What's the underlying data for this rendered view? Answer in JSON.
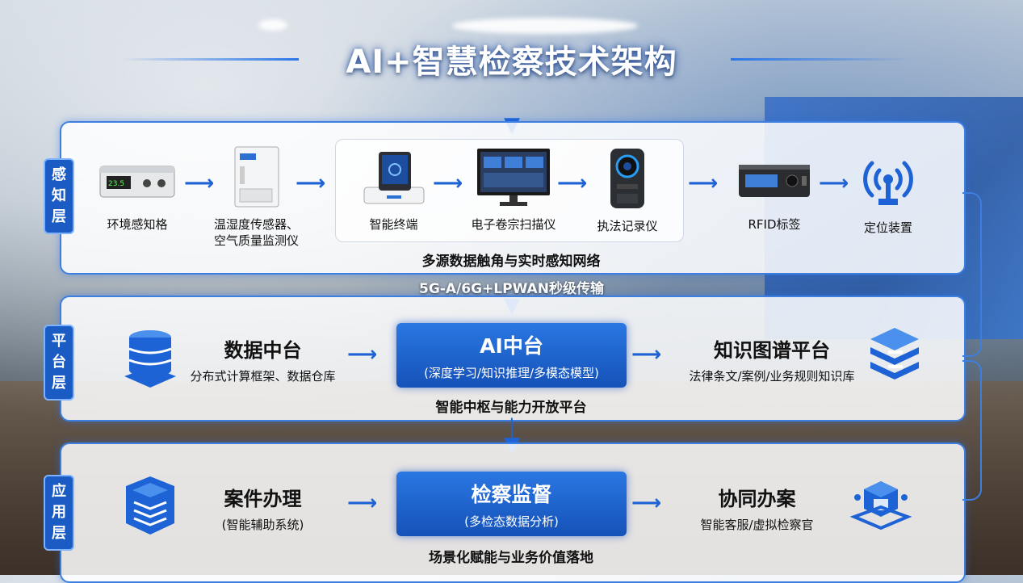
{
  "title": "AI+智慧检察技术架构",
  "sensing_layer": {
    "tag": [
      "感",
      "知",
      "层"
    ],
    "devices": [
      {
        "label": "环境感知格",
        "icon": "environment-sensor-icon"
      },
      {
        "label": "温湿度传感器、",
        "label2": "空气质量监测仪",
        "icon": "humidity-sensor-icon"
      },
      {
        "label": "智能终端",
        "icon": "smart-terminal-icon"
      },
      {
        "label": "电子卷宗扫描仪",
        "icon": "document-scanner-icon"
      },
      {
        "label": "执法记录仪",
        "icon": "body-camera-icon"
      },
      {
        "label": "RFID标签",
        "icon": "rfid-reader-icon"
      },
      {
        "label": "定位装置",
        "icon": "location-antenna-icon"
      }
    ],
    "caption": "多源数据触角与实时感知网络"
  },
  "transmission": "5G-A/6G+LPWAN秒级传输",
  "platform_layer": {
    "tag": [
      "平",
      "台",
      "层"
    ],
    "left": {
      "title": "数据中台",
      "subtitle": "分布式计算框架、数据仓库",
      "icon": "database-icon"
    },
    "center": {
      "title": "AI中台",
      "subtitle": "(深度学习/知识推理/多模态模型)"
    },
    "right": {
      "title": "知识图谱平台",
      "subtitle": "法律条文/案例/业务规则知识库",
      "icon": "stacked-layers-icon"
    },
    "caption": "智能中枢与能力开放平台"
  },
  "application_layer": {
    "tag": [
      "应",
      "用",
      "层"
    ],
    "left": {
      "title": "案件办理",
      "subtitle": "(智能辅助系统)",
      "icon": "document-stack-icon"
    },
    "center": {
      "title": "检察监督",
      "subtitle": "(多检态数据分析)"
    },
    "right": {
      "title": "协同办案",
      "subtitle": "智能客服/虚拟检察官",
      "icon": "cube-network-icon"
    },
    "caption": "场景化赋能与业务价值落地"
  },
  "colors": {
    "accent": "#1e63d6",
    "panel_border": "#3c7fe0",
    "center_box": "#1b5cc4"
  }
}
